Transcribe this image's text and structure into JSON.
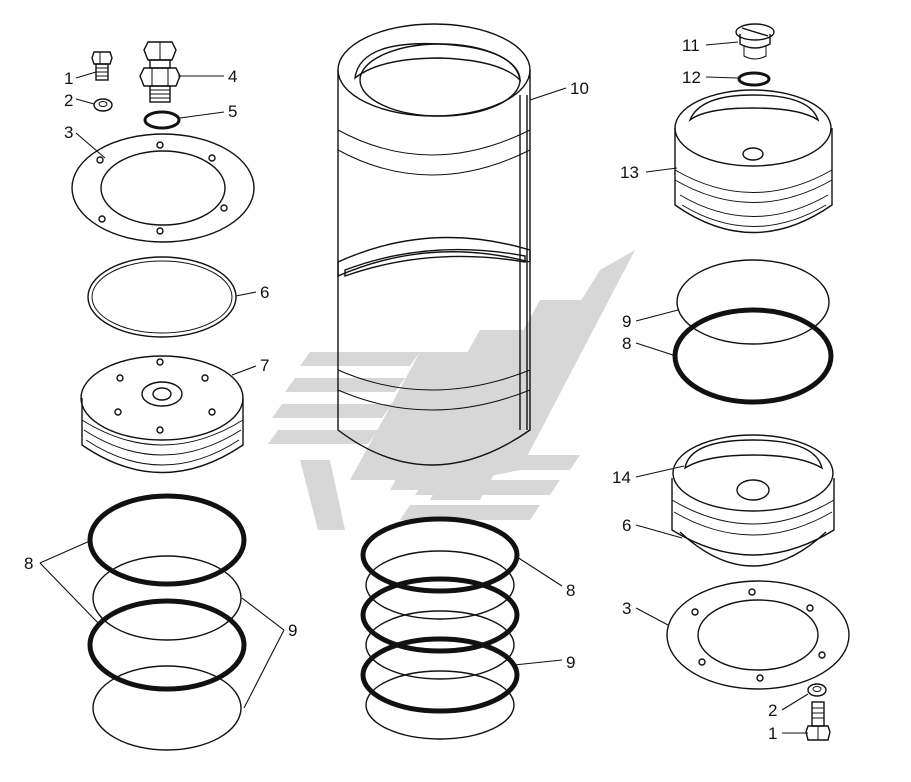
{
  "callouts": {
    "c1_left": "1",
    "c2_left": "2",
    "c3_left": "3",
    "c4": "4",
    "c5": "5",
    "c6_left": "6",
    "c7": "7",
    "c8_left": "8",
    "c9_left": "9",
    "c10": "10",
    "c8_mid": "8",
    "c9_mid": "9",
    "c11": "11",
    "c12": "12",
    "c13": "13",
    "c9_right": "9",
    "c8_right": "8",
    "c14": "14",
    "c6_right": "6",
    "c3_right": "3",
    "c2_right": "2",
    "c1_right": "1"
  },
  "colors": {
    "line": "#111111",
    "watermark": "#d7d7d7"
  }
}
